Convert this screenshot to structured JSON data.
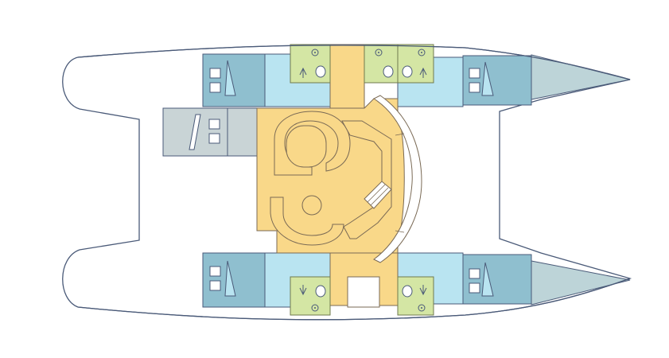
{
  "diagram": {
    "type": "catamaran-deck-layout",
    "colors": {
      "background": "#ffffff",
      "hull_outline": "#4a5a78",
      "cabin_dark": "#8fbfcf",
      "cabin_light": "#b9e4f1",
      "bow": "#bdd4d8",
      "saloon": "#f9d889",
      "saloon_line": "#7a6a55",
      "head": "#d4e6a4",
      "head_line": "#6f7a4e",
      "cockpit_locker": "#c9d4d6",
      "fixture": "#ffffff"
    },
    "areas": [
      "cabin-top-left",
      "cabin-top-left-aisle",
      "head-top-left",
      "head-top-right-1",
      "head-top-right-2",
      "cabin-top-right-aisle",
      "cabin-top-right",
      "bow-top",
      "cockpit-locker",
      "saloon",
      "cabin-bottom-left",
      "cabin-bottom-left-aisle",
      "head-bottom-left",
      "head-bottom-right",
      "cabin-bottom-right-aisle",
      "cabin-bottom-right",
      "bow-bottom"
    ]
  }
}
